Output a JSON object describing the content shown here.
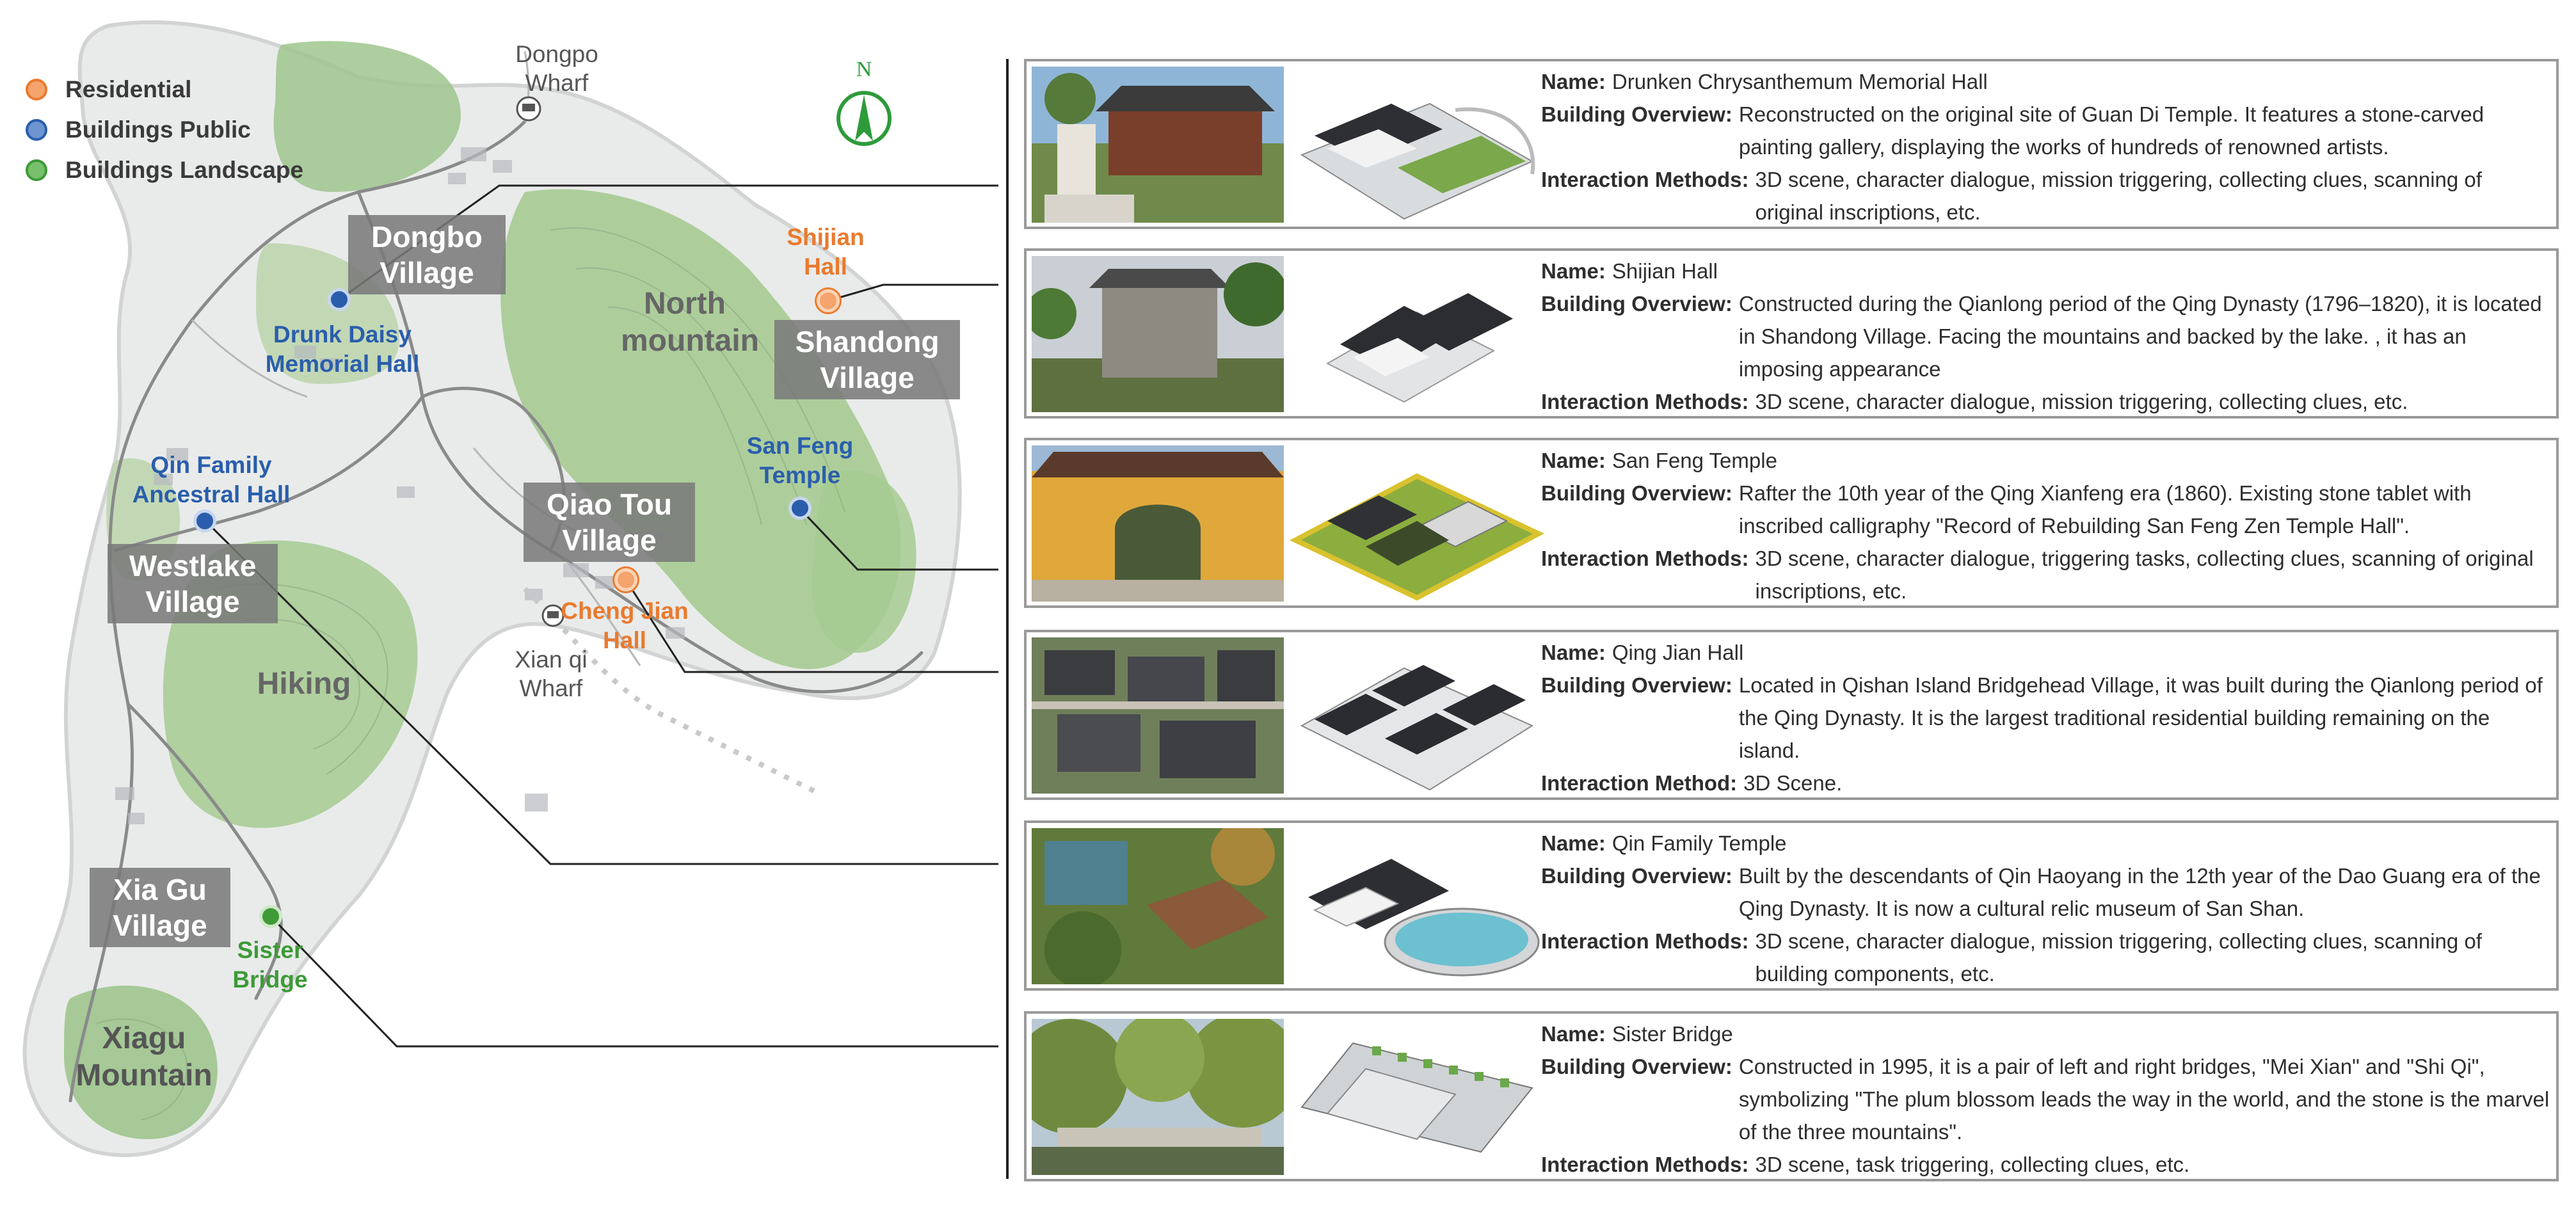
{
  "legend": [
    {
      "label": "Residential",
      "color": "#ea7a2e"
    },
    {
      "label": "Buildings Public",
      "color": "#2a5eac"
    },
    {
      "label": "Buildings Landscape",
      "color": "#3d9a37"
    }
  ],
  "north_label": "N",
  "villages": {
    "dongbo": "Dongbo Village",
    "shandong": "Shandong Village",
    "qiaotou": "Qiao Tou Village",
    "westlake": "Westlake Village",
    "xiagu": "Xia Gu Village"
  },
  "mountains": {
    "north": "North mountain",
    "hiking": "Hiking",
    "xiagu": "Xiagu Mountain"
  },
  "wharves": {
    "dongpo": "Dongpo Wharf",
    "xianqi": "Xian qi Wharf"
  },
  "buildings": {
    "shijian": "Shijian Hall",
    "drunk_daisy": "Drunk Daisy Memorial Hall",
    "qin_family": "Qin Family Ancestral Hall",
    "san_feng": "San Feng Temple",
    "cheng_jian": "Cheng Jian Hall",
    "sister_bridge": "Sister Bridge"
  },
  "cards": [
    {
      "name_label": "Name:",
      "name": "Drunken Chrysanthemum Memorial Hall",
      "overview_label": "Building Overview:",
      "overview": "Reconstructed on the original site of Guan Di Temple.  It features a stone-carved painting gallery, displaying the works of hundreds of renowned artists.",
      "interaction_label": "Interaction Methods:",
      "interaction": "3D scene, character dialogue, mission triggering, collecting clues, scanning of original inscriptions, etc."
    },
    {
      "name_label": "Name:",
      "name": "Shijian Hall",
      "overview_label": "Building Overview:",
      "overview": "Constructed during the Qianlong period of the Qing Dynasty (1796–1820), it is located in Shandong Village. Facing the mountains and backed by the lake. , it has an imposing appearance",
      "interaction_label": "Interaction Methods:",
      "interaction": "3D scene, character dialogue, mission triggering, collecting clues, etc."
    },
    {
      "name_label": "Name:",
      "name": "San Feng Temple",
      "overview_label": "Building Overview:",
      "overview": "Rafter the 10th year of the Qing Xianfeng era (1860). Existing stone tablet with inscribed calligraphy \"Record of Rebuilding San Feng Zen Temple Hall\".",
      "interaction_label": "Interaction Methods:",
      "interaction": "3D scene, character dialogue, triggering tasks, collecting clues, scanning of original inscriptions, etc."
    },
    {
      "name_label": "Name:",
      "name": "Qing Jian Hall",
      "overview_label": "Building Overview:",
      "overview": "Located in Qishan Island Bridgehead Village, it was built during the Qianlong period of the Qing Dynasty. It is the largest traditional residential building remaining on the island.",
      "interaction_label": "Interaction Method:",
      "interaction": "3D Scene."
    },
    {
      "name_label": "Name:",
      "name": "Qin Family Temple",
      "overview_label": "Building Overview:",
      "overview": "Built by the descendants of Qin Haoyang in the 12th year of the Dao Guang era of the Qing Dynasty. It is now a cultural relic museum of San Shan.",
      "interaction_label": "Interaction Methods:",
      "interaction": "3D scene, character dialogue, mission triggering, collecting clues, scanning of building components, etc."
    },
    {
      "name_label": "Name:",
      "name": "Sister Bridge",
      "overview_label": "Building Overview:",
      "overview": "Constructed in 1995, it is a pair of left and right bridges, \"Mei Xian\" and \"Shi Qi\", symbolizing \"The plum blossom leads the way in the world, and the stone is the marvel of the three mountains\".",
      "interaction_label": "Interaction Methods:",
      "interaction": "3D scene, task triggering, collecting clues, etc."
    }
  ]
}
